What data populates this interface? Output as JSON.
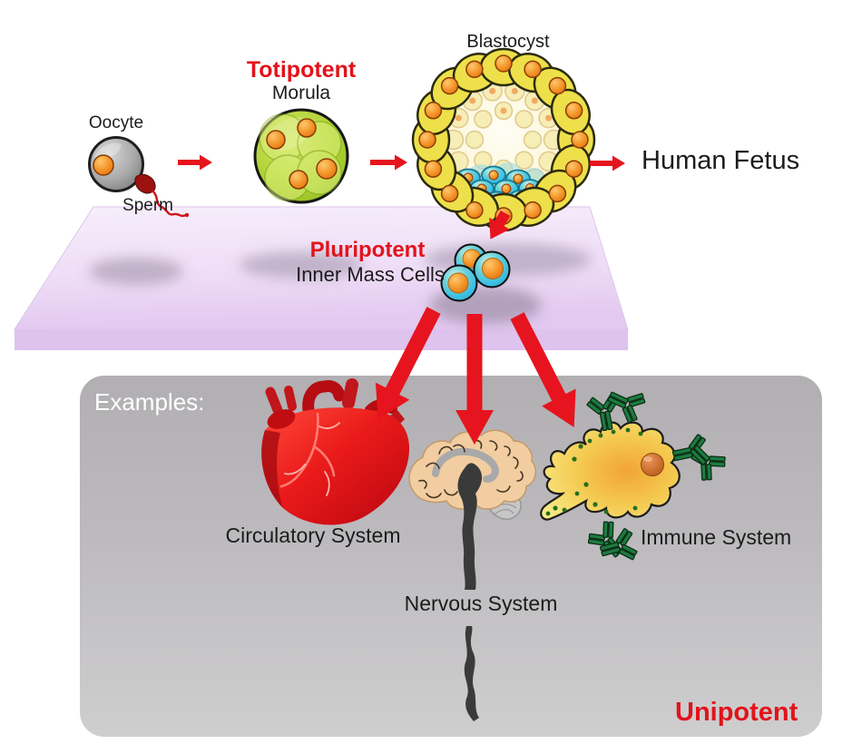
{
  "labels": {
    "oocyte": "Oocyte",
    "sperm": "Sperm",
    "totipotent": "Totipotent",
    "morula": "Morula",
    "blastocyst": "Blastocyst",
    "human_fetus": "Human Fetus",
    "pluripotent": "Pluripotent",
    "inner_mass_cells": "Inner Mass Cells",
    "examples_heading": "Examples:",
    "circulatory_system": "Circulatory System",
    "nervous_system": "Nervous System",
    "immune_system": "Immune System",
    "unipotent": "Unipotent"
  },
  "colors": {
    "potency_text_red": "#e2131b",
    "arrow_red": "#e6141e",
    "label_black": "#1c1c1c",
    "examples_text_white": "#ffffff",
    "plate_lavender": "#ecd8f4",
    "panel_gray_top": "#b1afb2",
    "panel_gray_bottom": "#cfcecf",
    "morula_green": "#a9cd30",
    "blastocyst_yellow": "#eee04a",
    "inner_cell_cyan": "#49c3e5",
    "nucleus_orange": "#ed7d18",
    "heart_red": "#e31318",
    "brain_tan": "#f1cda1",
    "spinal_cord_gray": "#3a3a3a",
    "antibody_green": "#1e7b40"
  },
  "icons": {
    "oocyte-icon": "gray cell with orange nucleus",
    "sperm-icon": "red sperm with wavy tail",
    "morula-icon": "green sphere of four cells",
    "blastocyst-icon": "ring of yellow cells with cyan inner mass",
    "inner-mass-cells-icon": "three cyan cells with orange nuclei",
    "heart-icon": "red anatomical heart",
    "brain-icon": "brain with spinal cord",
    "immune-cell-icon": "amoeboid macrophage cell",
    "antibody-icon": "green Y-shaped antibody",
    "arrow-right-icon": "red right arrow",
    "arrow-down-icon": "red down arrow"
  }
}
